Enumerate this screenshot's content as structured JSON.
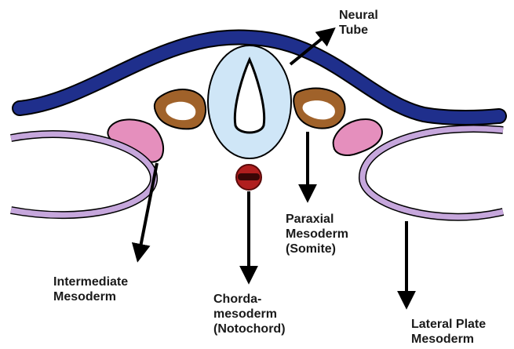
{
  "labels": {
    "neural_tube": [
      "Neural",
      "Tube"
    ],
    "paraxial": [
      "Paraxial",
      "Mesoderm",
      "(Somite)"
    ],
    "intermediate": [
      "Intermediate",
      "Mesoderm"
    ],
    "chorda": [
      "Chorda-",
      "mesoderm",
      "(Notochord)"
    ],
    "lateral": [
      "Lateral Plate",
      "Mesoderm"
    ]
  },
  "colors": {
    "ectoderm": "#1f2f8c",
    "neural_tube_fill": "#cfe6f7",
    "somite_fill": "#a0622a",
    "intermediate_fill": "#e58fbd",
    "lateral_fill": "#c6a7dc",
    "notochord": "#b01e1e",
    "arrow": "#000000"
  }
}
